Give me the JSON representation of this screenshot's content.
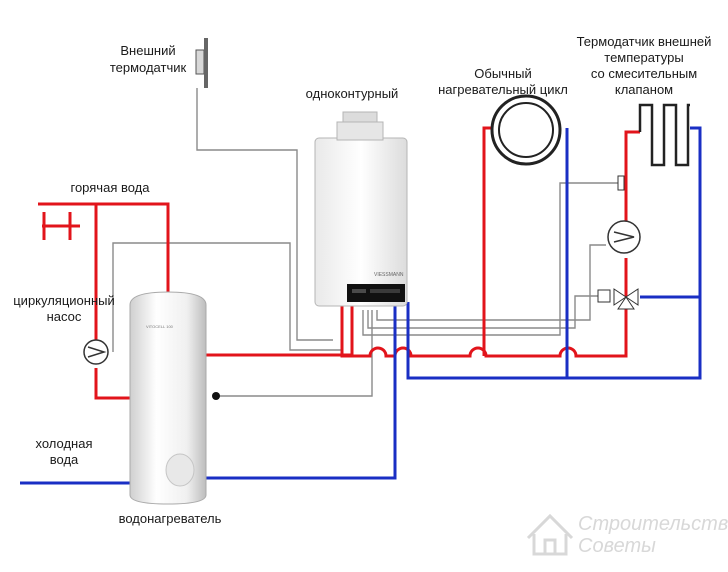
{
  "diagram": {
    "labels": {
      "external_sensor": [
        "Внешний",
        "термодатчик"
      ],
      "boiler": "одноконтурный",
      "heating_circuit": [
        "Обычный",
        "нагревательный цикл"
      ],
      "mixing_sensor": [
        "Термодатчик внешней",
        "температуры",
        "со смесительным",
        "клапаном"
      ],
      "hot_water": "горячая вода",
      "circ_pump": [
        "циркуляционный",
        "насос"
      ],
      "cold_water": [
        "холодная",
        "вода"
      ],
      "water_heater": "водонагреватель"
    },
    "tank_brand": "VITOCELL 100",
    "boiler_logo": "VIESSMANN",
    "watermark": [
      "Строительство",
      "Советы"
    ],
    "colors": {
      "hot_pipe": "#e2141b",
      "cold_pipe": "#1a2fc4",
      "signal_wire": "#8a8a8a",
      "equipment": "#f2f2f2"
    }
  }
}
